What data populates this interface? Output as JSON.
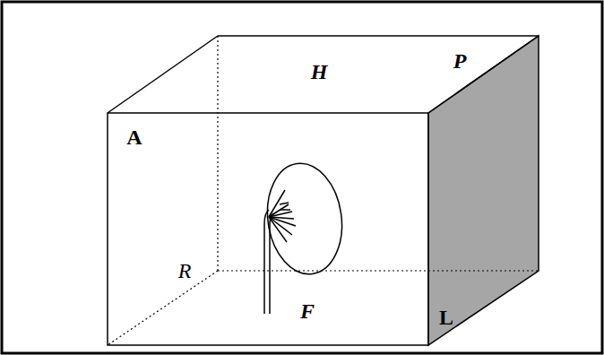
{
  "diagram": {
    "labels": [
      "A",
      "H",
      "P",
      "R",
      "F",
      "L"
    ]
  }
}
